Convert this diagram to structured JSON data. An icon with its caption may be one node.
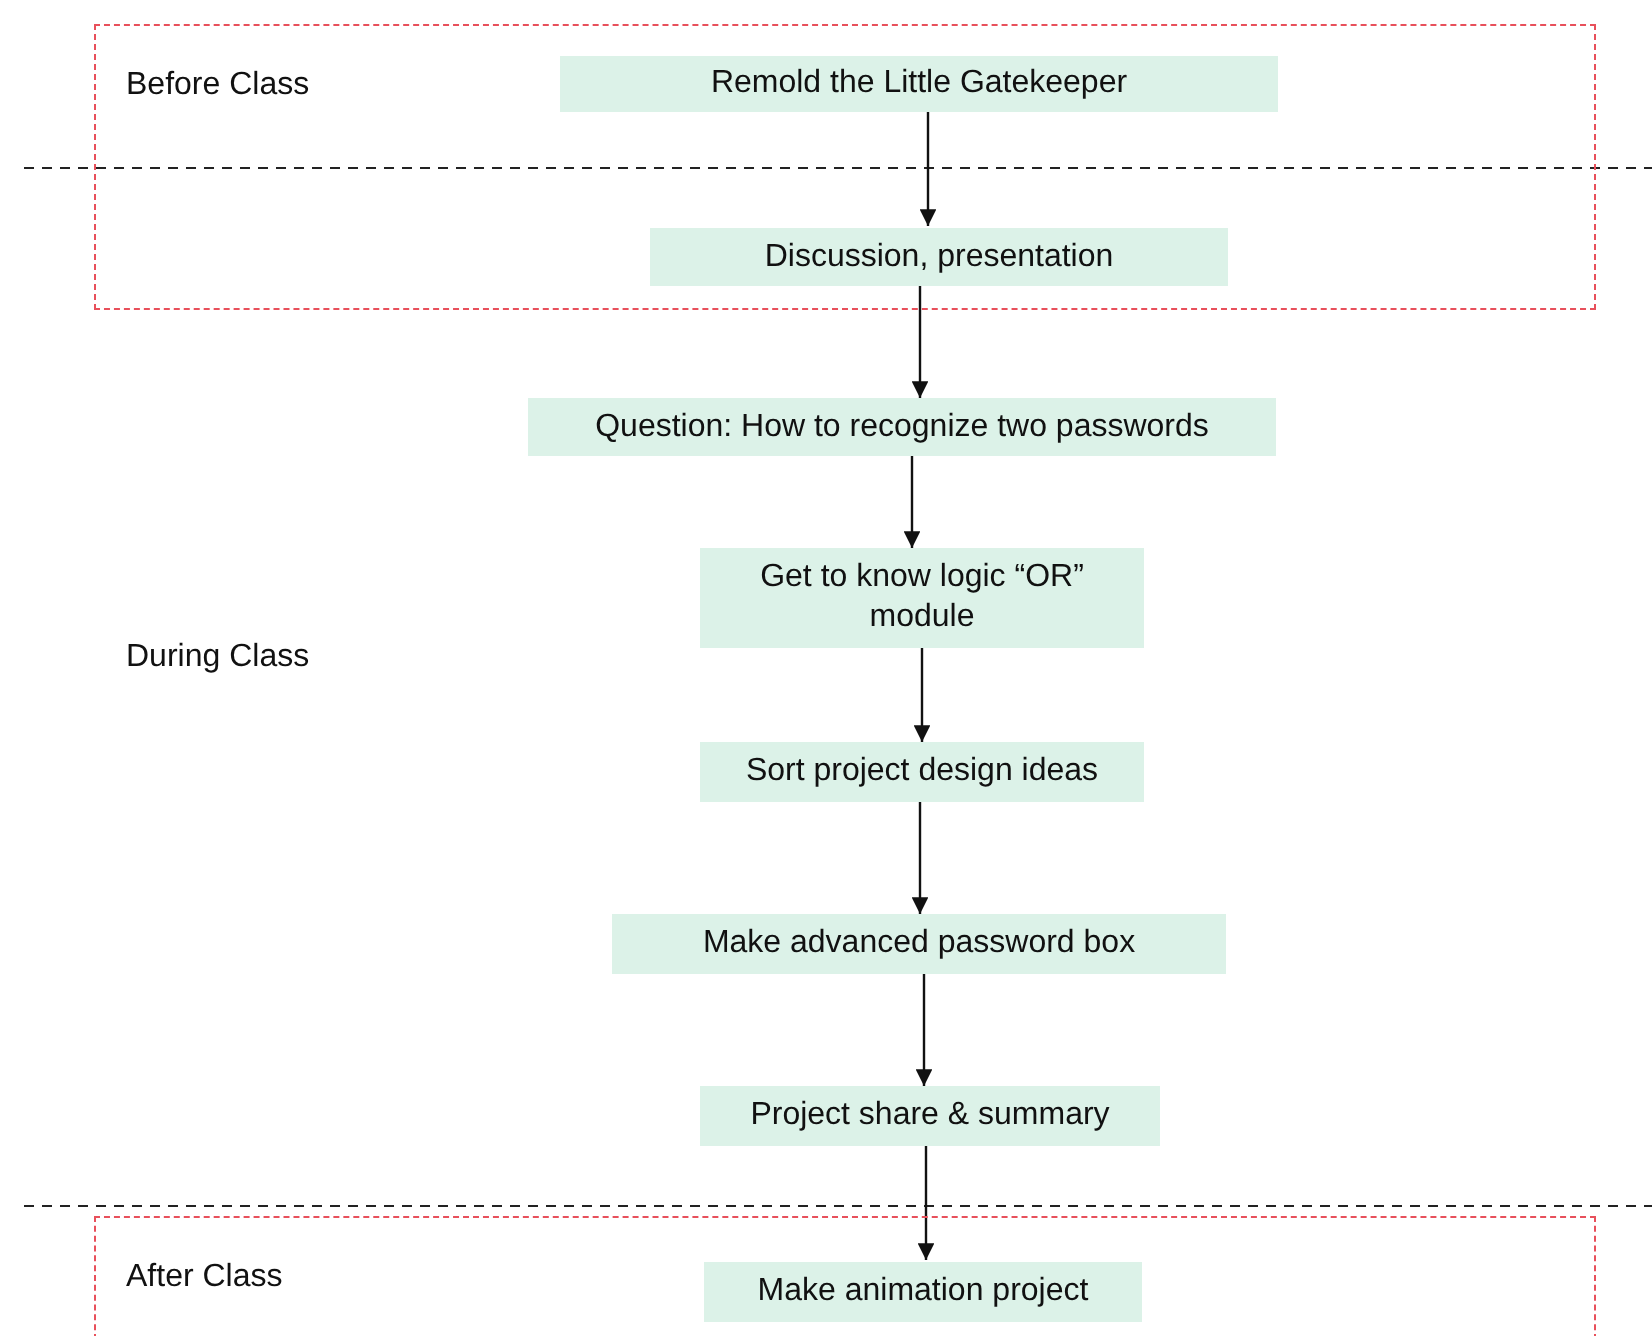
{
  "diagram": {
    "nodes": [
      {
        "text": [
          "Before Class"
        ]
      },
      {
        "text": [
          "Remold the Little Gatekeeper"
        ],
        "in": 0
      },
      {
        "text": [
          "Discussion, presentation"
        ],
        "in": 0
      },
      {
        "text": [
          "Question: How to recognize two passwords"
        ]
      },
      {
        "text": [
          "Get to know logic “OR” module"
        ]
      },
      {
        "text": [
          "Sort project design ideas"
        ]
      },
      {
        "text": [
          "Make advanced password box"
        ]
      },
      {
        "text": [
          "Project share & summary"
        ]
      },
      {
        "text": [
          "After Class"
        ]
      },
      {
        "text": [
          "Make animation project"
        ],
        "in": 8
      }
    ],
    "edges": [
      {
        "from": 1,
        "to": 2,
        "arrow": "to"
      },
      {
        "from": 2,
        "to": 3,
        "arrow": "to"
      },
      {
        "from": 3,
        "to": 4,
        "arrow": "to"
      },
      {
        "from": 4,
        "to": 5,
        "arrow": "to"
      },
      {
        "from": 5,
        "to": 6,
        "arrow": "to"
      },
      {
        "from": 6,
        "to": 7,
        "arrow": "to"
      },
      {
        "from": 7,
        "to": 9,
        "arrow": "to"
      }
    ],
    "labels": [
      "During Class"
    ]
  }
}
